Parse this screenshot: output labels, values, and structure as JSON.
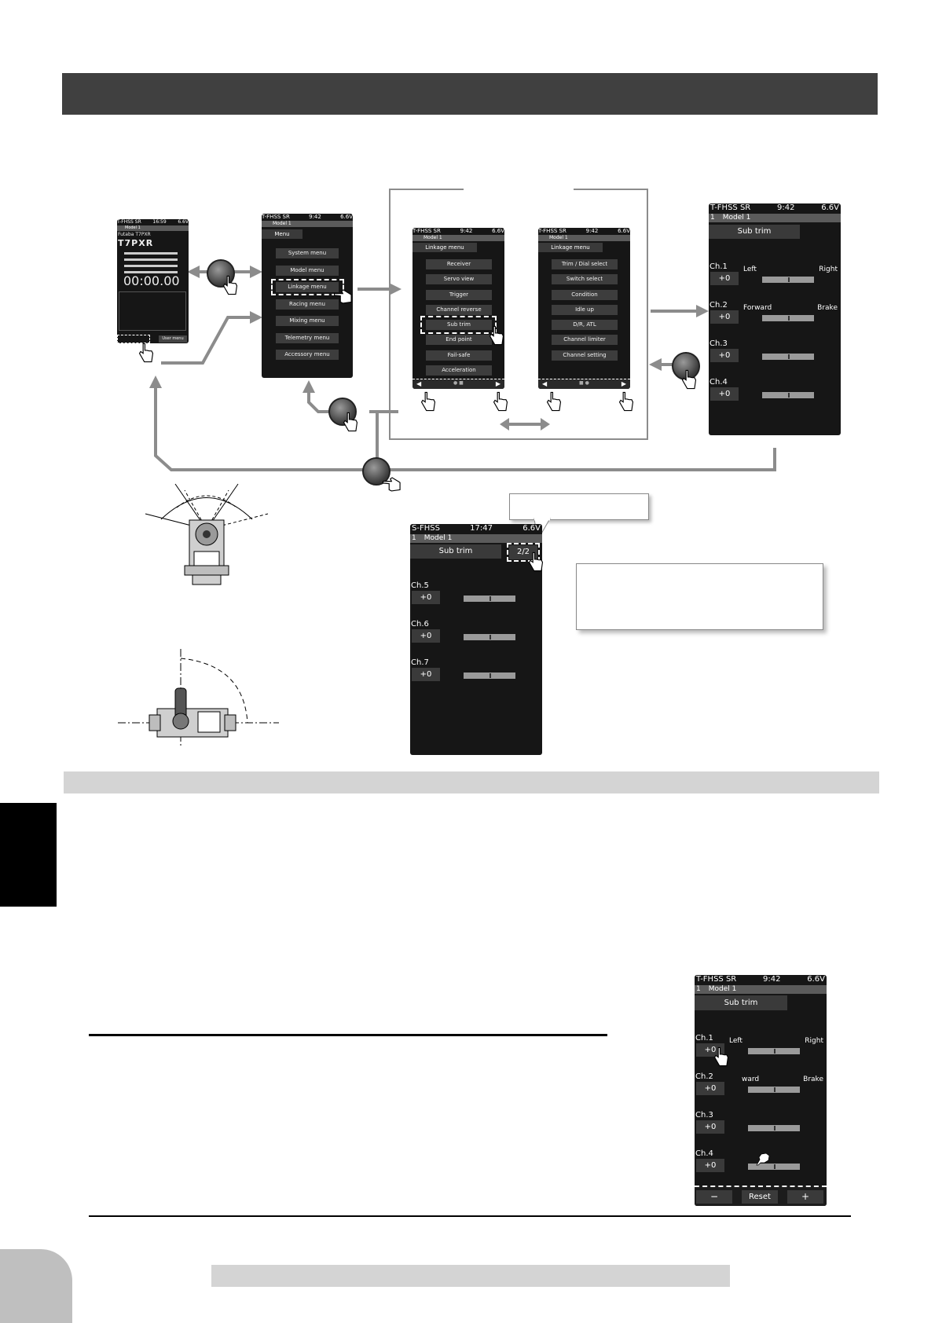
{
  "home": {
    "status_left": "T-FHSS SR",
    "status_time": "16:59",
    "status_batt": "6.6V",
    "model": "Model 1",
    "brand": "Futaba T7PXR",
    "logo": "T7PXR",
    "timer": "00:00.00",
    "user_menu": "User menu"
  },
  "menu": {
    "status_left": "T-FHSS SR",
    "status_time": "9:42",
    "status_batt": "6.6V",
    "model": "Model 1",
    "title": "Menu",
    "items": [
      "System menu",
      "Model menu",
      "Linkage menu",
      "Racing menu",
      "Mixing menu",
      "Telemetry menu",
      "Accessory menu"
    ]
  },
  "linkage1": {
    "status_left": "T-FHSS SR",
    "status_time": "9:42",
    "status_batt": "6.6V",
    "model": "Model 1",
    "title": "Linkage menu",
    "items": [
      "Receiver",
      "Servo view",
      "Trigger",
      "Channel reverse",
      "Sub trim",
      "End point",
      "Fail-safe",
      "Acceleration"
    ]
  },
  "linkage2": {
    "status_left": "T-FHSS SR",
    "status_time": "9:42",
    "status_batt": "6.6V",
    "model": "Model 1",
    "title": "Linkage menu",
    "items": [
      "Trim / Dial select",
      "Switch select",
      "Condition",
      "Idle up",
      "D/R, ATL",
      "Channel limiter",
      "Channel setting"
    ]
  },
  "subtrim1": {
    "status_left": "T-FHSS SR",
    "status_time": "9:42",
    "status_batt": "6.6V",
    "model_num": "1",
    "model": "Model 1",
    "title": "Sub trim",
    "channels": [
      {
        "label": "Ch.1",
        "value": "+0",
        "left": "Left",
        "right": "Right"
      },
      {
        "label": "Ch.2",
        "value": "+0",
        "left": "Forward",
        "right": "Brake"
      },
      {
        "label": "Ch.3",
        "value": "+0",
        "left": "",
        "right": ""
      },
      {
        "label": "Ch.4",
        "value": "+0",
        "left": "",
        "right": ""
      }
    ]
  },
  "subtrim2": {
    "status_left": "S-FHSS",
    "status_time": "17:47",
    "status_batt": "6.6V",
    "model_num": "1",
    "model": "Model 1",
    "title": "Sub trim",
    "page": "2/2",
    "channels": [
      {
        "label": "Ch.5",
        "value": "+0"
      },
      {
        "label": "Ch.6",
        "value": "+0"
      },
      {
        "label": "Ch.7",
        "value": "+0"
      }
    ]
  },
  "subtrim3": {
    "status_left": "T-FHSS SR",
    "status_time": "9:42",
    "status_batt": "6.6V",
    "model_num": "1",
    "model": "Model 1",
    "title": "Sub trim",
    "channels": [
      {
        "label": "Ch.1",
        "value": "+0",
        "left": "Left",
        "right": "Right"
      },
      {
        "label": "Ch.2",
        "value": "+0",
        "left": "ward",
        "right": "Brake"
      },
      {
        "label": "Ch.3",
        "value": "+0"
      },
      {
        "label": "Ch.4",
        "value": "+0"
      }
    ],
    "minus": "−",
    "reset": "Reset",
    "plus": "+"
  },
  "colors": {
    "header_bar": "#404040",
    "light_bar": "#d4d4d4",
    "screen": "#161616",
    "arrow": "#8c8c8c"
  }
}
